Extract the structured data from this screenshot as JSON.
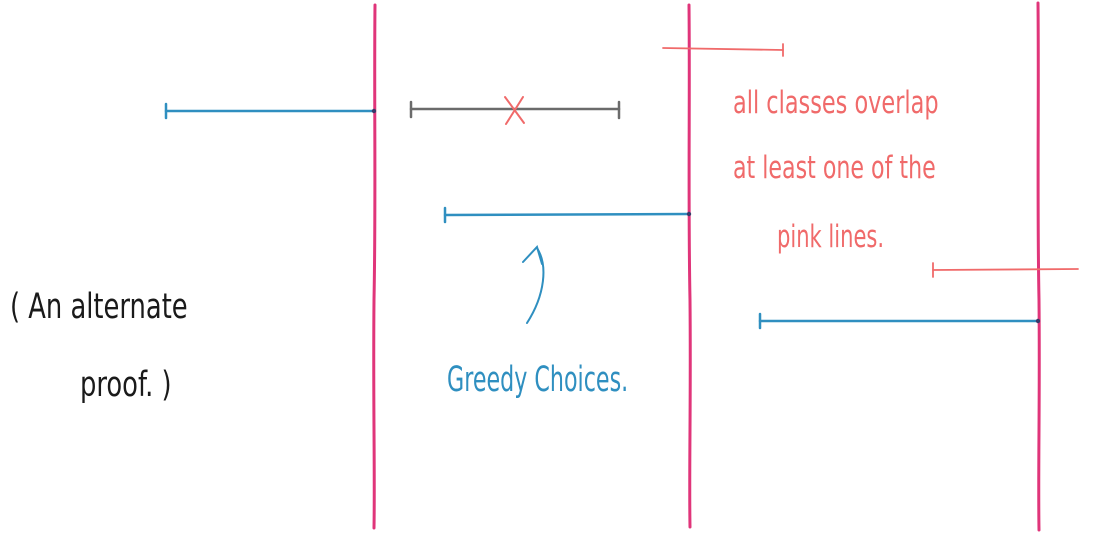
{
  "notes": {
    "left_line1": "( An alternate",
    "left_line2": "proof. )",
    "greedy_label": "Greedy Choices.",
    "pink_line1": "all classes overlap",
    "pink_line2": "at least one of the",
    "pink_line3": "pink lines."
  },
  "icons": {
    "cross": "cross-mark-icon",
    "arrow": "curved-arrow-icon"
  },
  "colors": {
    "pink": "#e0357a",
    "blue": "#2f8fc0",
    "gray": "#6b6b6b",
    "salmon": "#f06a6a",
    "black": "#1a1a1a"
  }
}
